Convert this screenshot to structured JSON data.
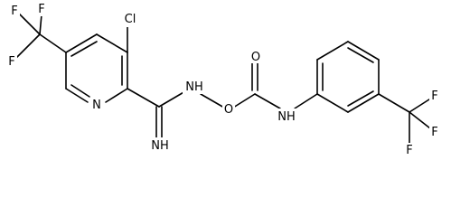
{
  "molecule": {
    "atom_labels": {
      "f1": "F",
      "f2": "F",
      "f3": "F",
      "cl": "Cl",
      "n_ring": "N",
      "nh_amidine": "NH",
      "o_carbonyl": "O",
      "o_ester": "O",
      "nh_amide": "NH",
      "imine_nh": "NH",
      "f4": "F",
      "f5": "F",
      "f6": "F"
    }
  },
  "colors": {
    "bond": "#000000",
    "text": "#000000",
    "background": "#ffffff"
  }
}
